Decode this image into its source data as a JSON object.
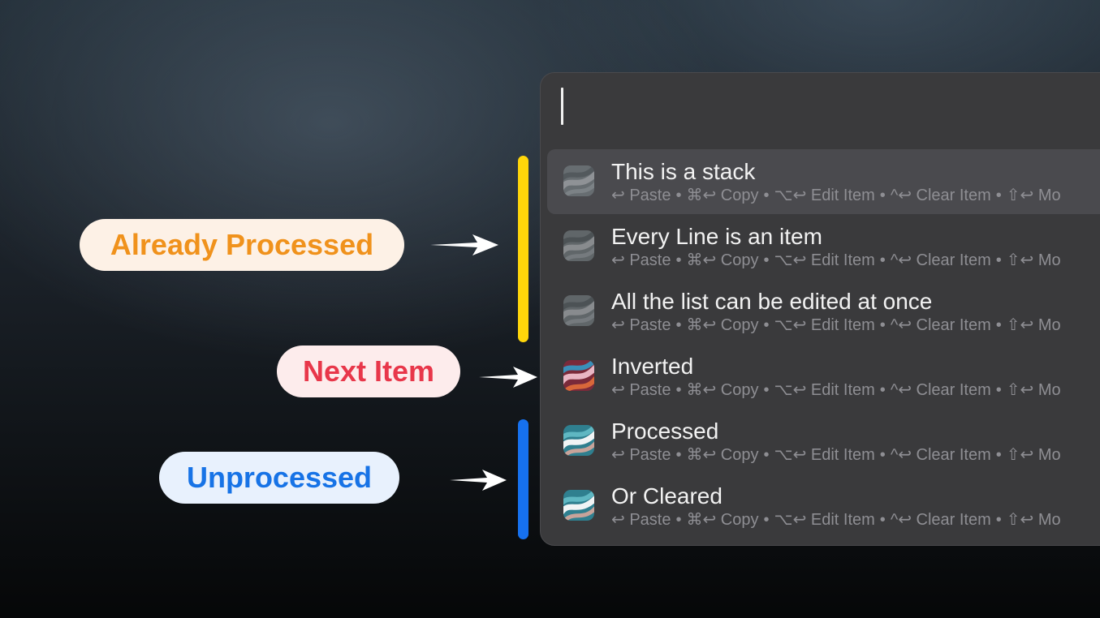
{
  "annotations": {
    "already_processed": "Already Processed",
    "next_item": "Next Item",
    "unprocessed": "Unprocessed"
  },
  "colors": {
    "already_processed_text": "#f0921c",
    "next_item_text": "#e8374a",
    "unprocessed_text": "#1773e6",
    "processed_bar": "#ffd60a",
    "unprocessed_bar": "#1671ef",
    "panel_bg": "#3a3a3c",
    "selected_row_bg": "#4a4a4e"
  },
  "search": {
    "value": ""
  },
  "items": [
    {
      "title": "This is a stack",
      "icon": "stack-clip-icon-processed",
      "selected": true
    },
    {
      "title": "Every Line is an item",
      "icon": "stack-clip-icon-processed",
      "selected": false
    },
    {
      "title": "All the list can be edited at once",
      "icon": "stack-clip-icon-processed",
      "selected": false
    },
    {
      "title": "Inverted",
      "icon": "stack-clip-icon-next",
      "selected": false
    },
    {
      "title": "Processed",
      "icon": "stack-clip-icon-unprocessed",
      "selected": false
    },
    {
      "title": "Or Cleared",
      "icon": "stack-clip-icon-unprocessed",
      "selected": false
    }
  ],
  "actions": {
    "paste": "↩ Paste",
    "copy": "⌘↩ Copy",
    "edit": "⌥↩ Edit Item",
    "clear": "^↩ Clear Item",
    "more": "⇧↩ Mo",
    "separator": "•"
  }
}
